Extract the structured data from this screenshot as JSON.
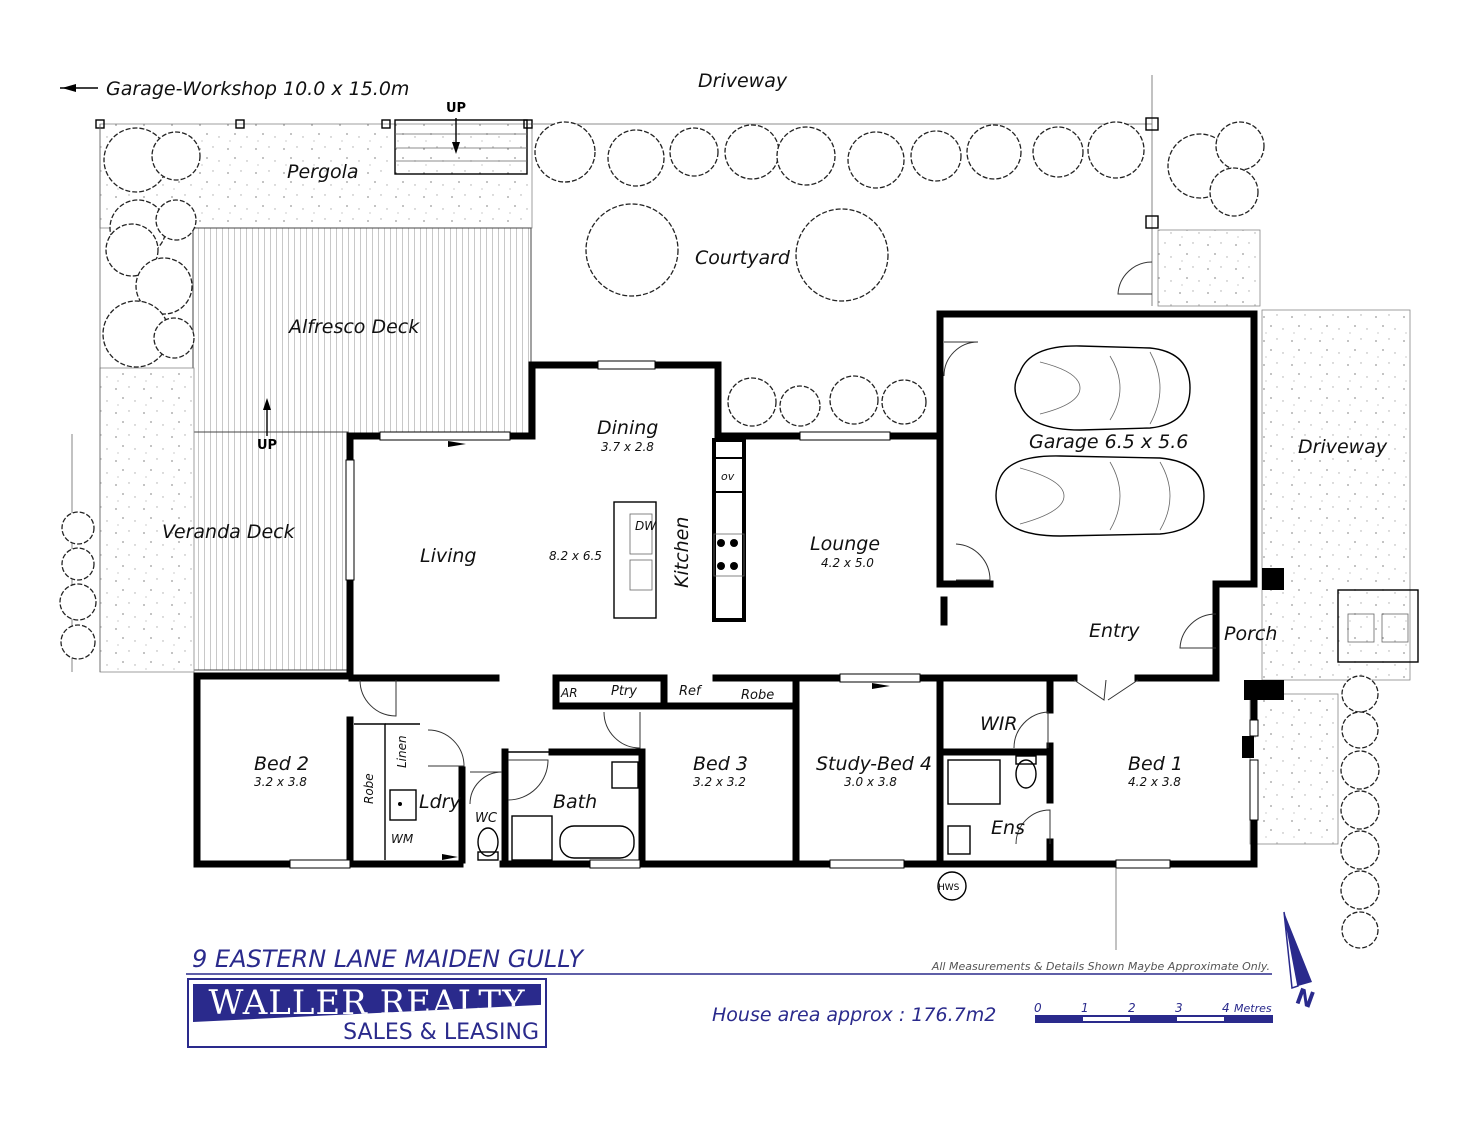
{
  "address": "9 EASTERN LANE MAIDEN GULLY",
  "disclaimer": "All Measurements & Details Shown Maybe Approximate Only.",
  "house_area": "House area approx : 176.7m2",
  "agency": {
    "name": "WALLER REALTY",
    "tagline": "SALES & LEASING"
  },
  "scale": {
    "ticks": [
      "0",
      "1",
      "2",
      "3",
      "4"
    ],
    "unit": "Metres"
  },
  "north": "N",
  "colors": {
    "brand_blue": "#2a2a8c",
    "wall": "#000000"
  },
  "site": {
    "garage_workshop": "Garage-Workshop 10.0 x 15.0m",
    "driveway_top": "Driveway",
    "driveway_right": "Driveway",
    "courtyard": "Courtyard",
    "pergola": "Pergola",
    "alfresco": "Alfresco Deck",
    "veranda": "Veranda Deck",
    "up_top": "UP",
    "up_deck": "UP"
  },
  "rooms": {
    "dining": {
      "name": "Dining",
      "dim": "3.7 x 2.8"
    },
    "living": {
      "name": "Living"
    },
    "kitchen": {
      "name": "Kitchen"
    },
    "living_dim": "8.2 x 6.5",
    "lounge": {
      "name": "Lounge",
      "dim": "4.2 x 5.0"
    },
    "garage": {
      "name": "Garage 6.5 x 5.6"
    },
    "entry": {
      "name": "Entry"
    },
    "porch": {
      "name": "Porch"
    },
    "bed2": {
      "name": "Bed 2",
      "dim": "3.2 x 3.8"
    },
    "bed3": {
      "name": "Bed 3",
      "dim": "3.2 x 3.2"
    },
    "study": {
      "name": "Study-Bed 4",
      "dim": "3.0 x 3.8"
    },
    "bed1": {
      "name": "Bed 1",
      "dim": "4.2 x 3.8"
    },
    "ldry": {
      "name": "Ldry"
    },
    "bath": {
      "name": "Bath"
    },
    "ens": {
      "name": "Ens"
    },
    "wir": {
      "name": "WIR"
    },
    "wc": {
      "name": "WC"
    }
  },
  "fixtures": {
    "dw": "DW",
    "ov": "ov",
    "ar": "AR",
    "ptry": "Ptry",
    "ref": "Ref",
    "robe_hall": "Robe",
    "robe_bed2": "Robe",
    "linen": "Linen",
    "wm": "WM",
    "hws": "HWS"
  }
}
